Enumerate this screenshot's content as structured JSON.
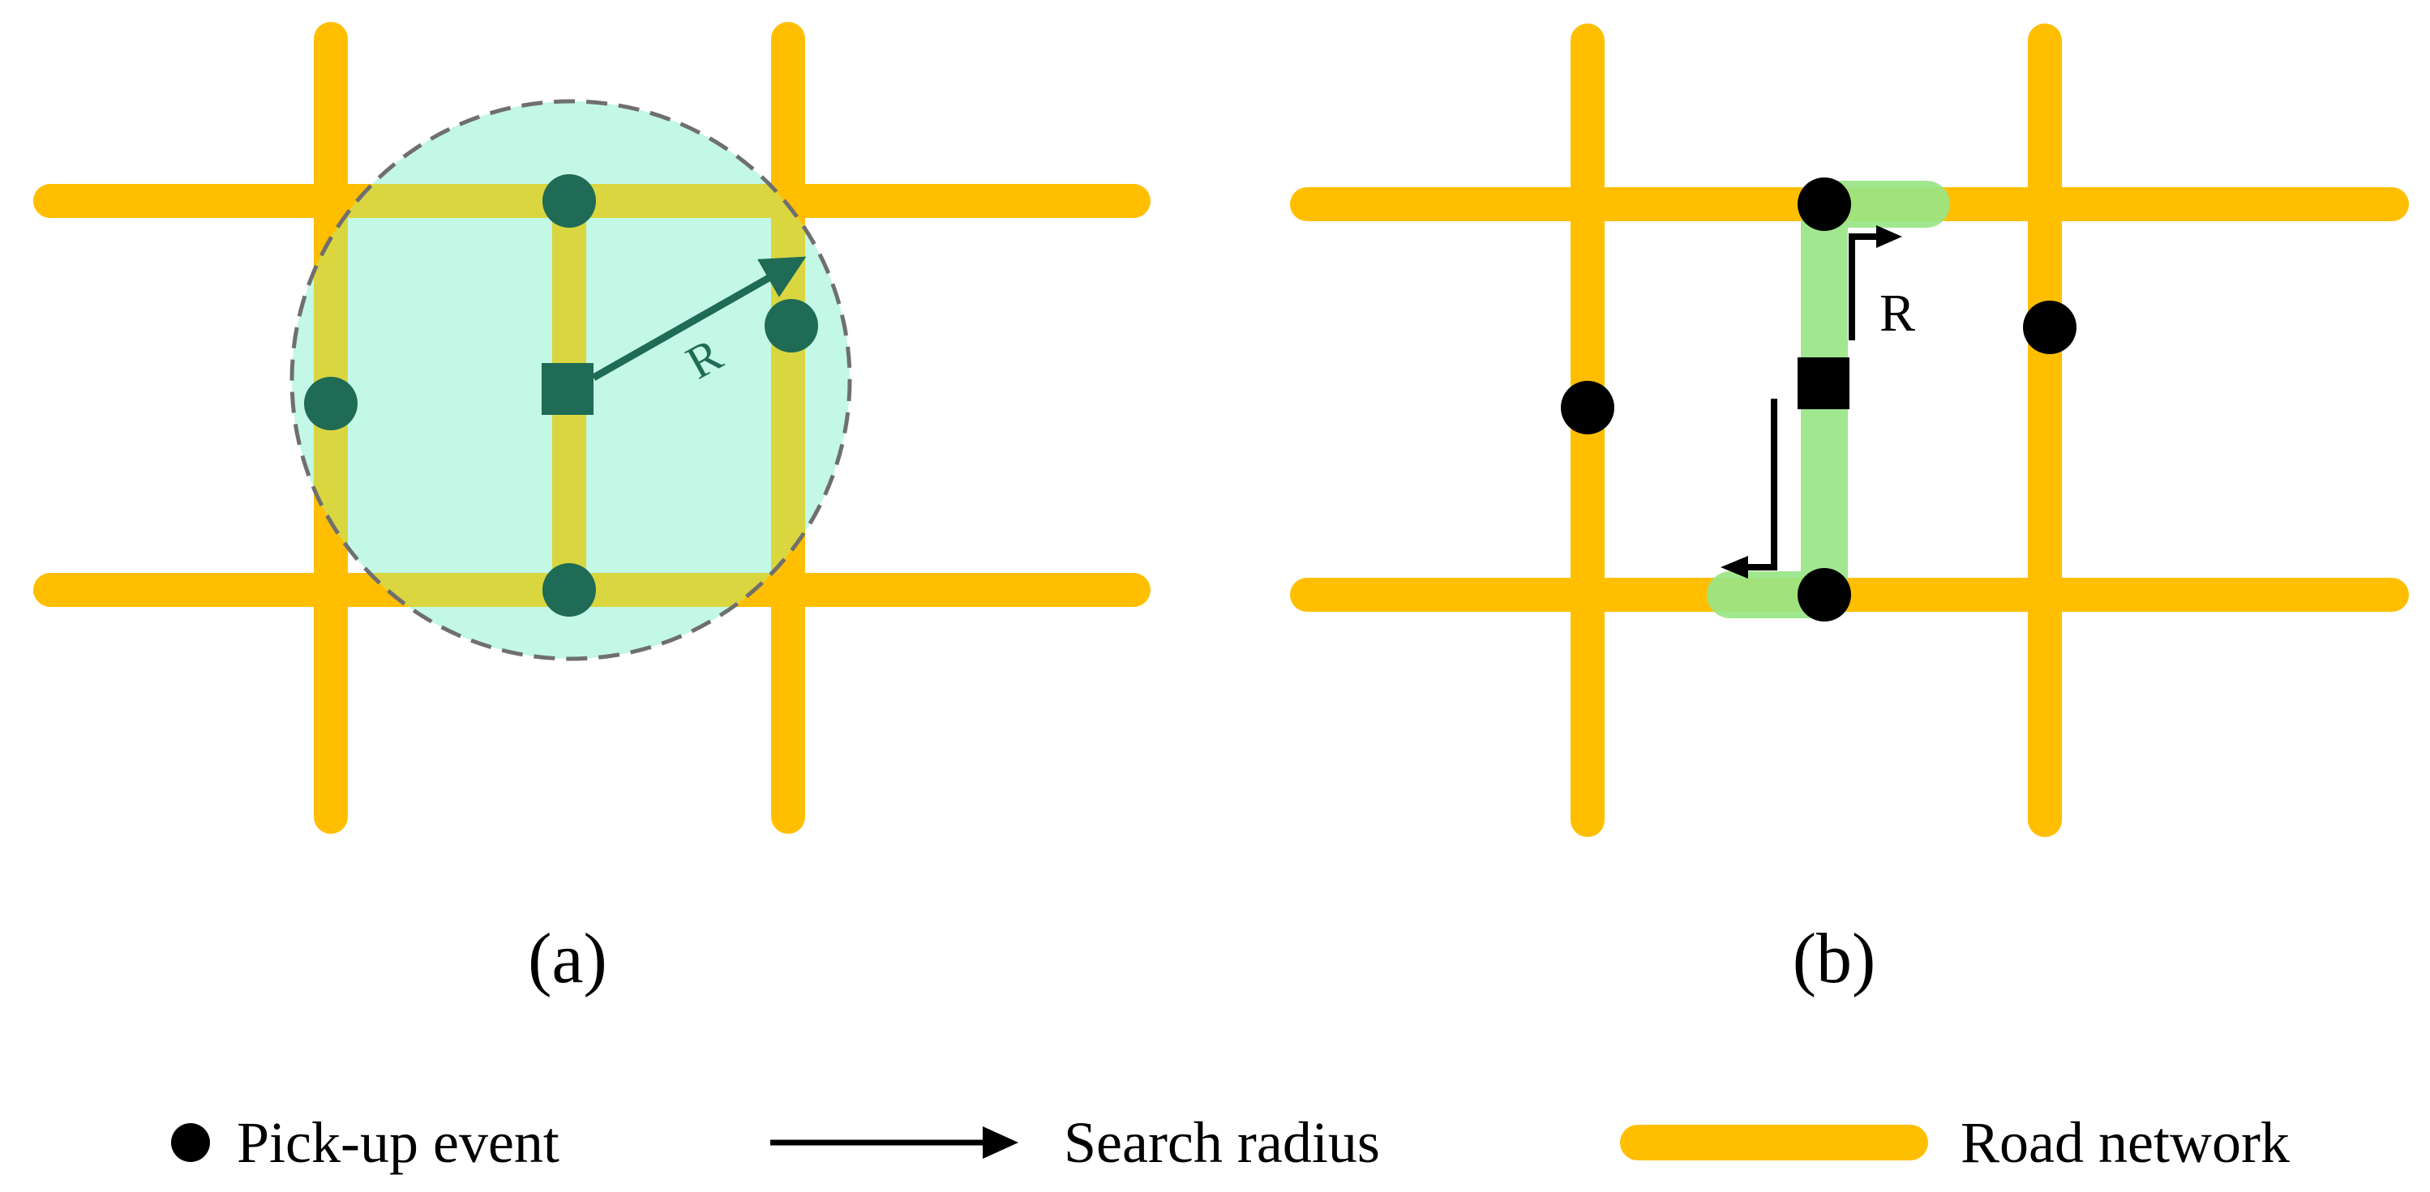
{
  "panel_a": {
    "caption": "(a)",
    "radius_label": "R"
  },
  "panel_b": {
    "caption": "(b)",
    "radius_label": "R"
  },
  "legend": {
    "pickup_label": "Pick-up event",
    "search_label": "Search radius",
    "road_label": "Road network"
  },
  "colors": {
    "road": "#FFBF00",
    "circle_fill": "#C3F7E6",
    "circle_stroke": "#6F6F6F",
    "road_in_circle": "#D9D640",
    "event_dark_green": "#1F6B56",
    "network_highlight": "#99E585",
    "black": "#000000"
  }
}
